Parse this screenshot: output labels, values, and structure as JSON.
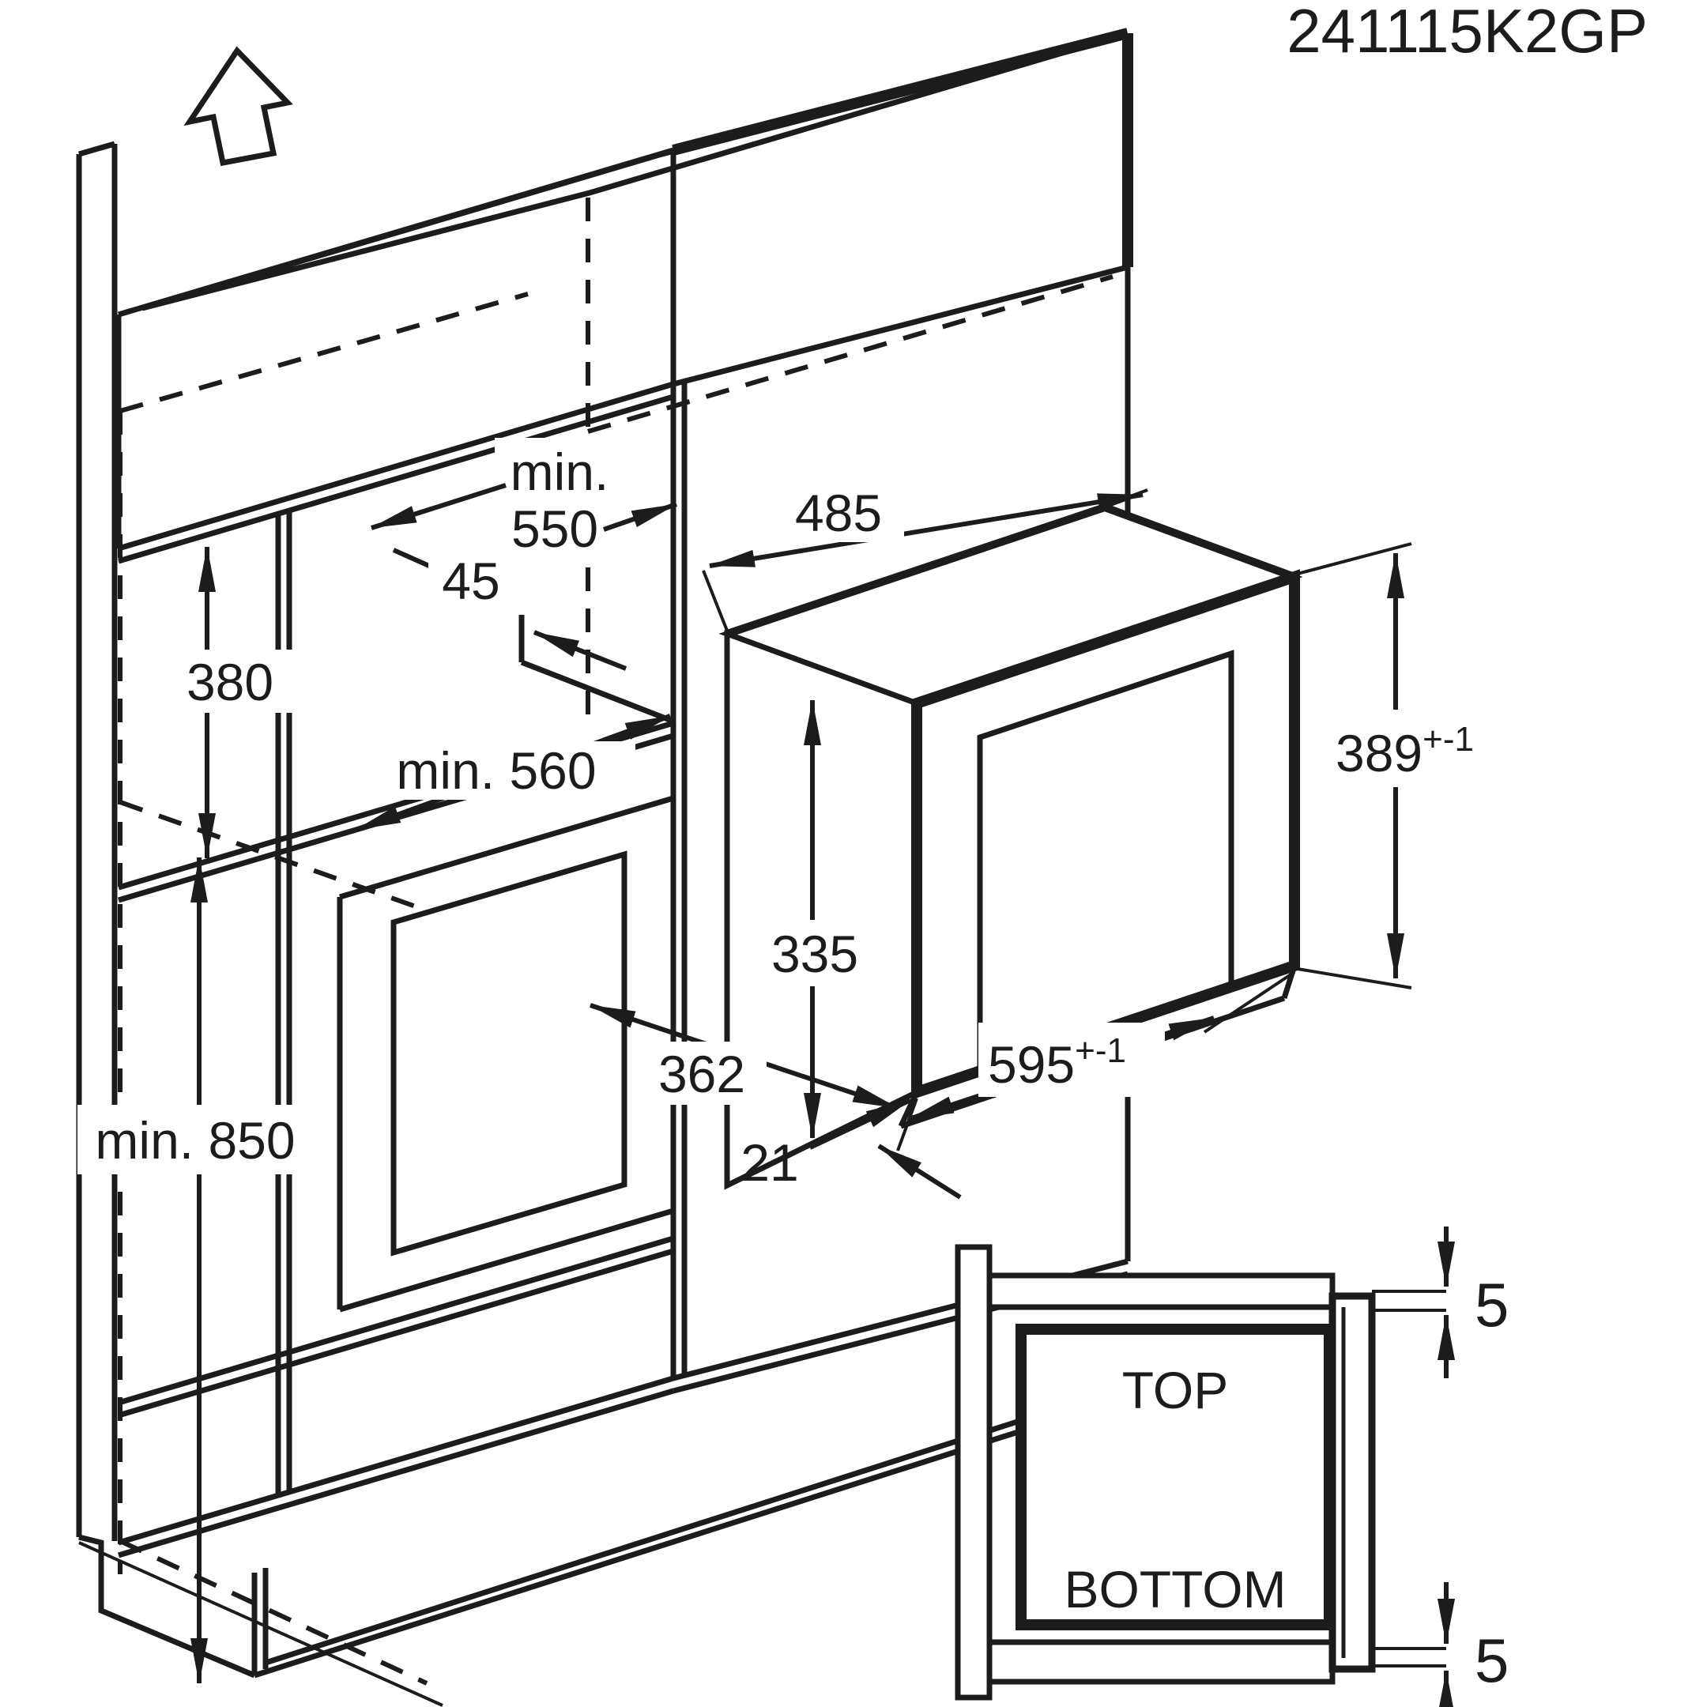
{
  "model_number": "241115K2GP",
  "niche": {
    "width_prefix": "min.",
    "width_value": "550",
    "front_offset": "45",
    "height": "380",
    "depth": "min. 560"
  },
  "cabinet": {
    "min_height": "min. 850"
  },
  "microwave": {
    "body_width": "485",
    "body_height": "335",
    "depth": "362",
    "protrusion": "21",
    "cutout_height": {
      "value": "389",
      "tolerance": "+-1"
    },
    "width": {
      "value": "595",
      "tolerance": "+-1"
    }
  },
  "detail": {
    "label_top": "TOP",
    "label_bottom": "BOTTOM",
    "gap_top": "5",
    "gap_bottom": "5"
  }
}
